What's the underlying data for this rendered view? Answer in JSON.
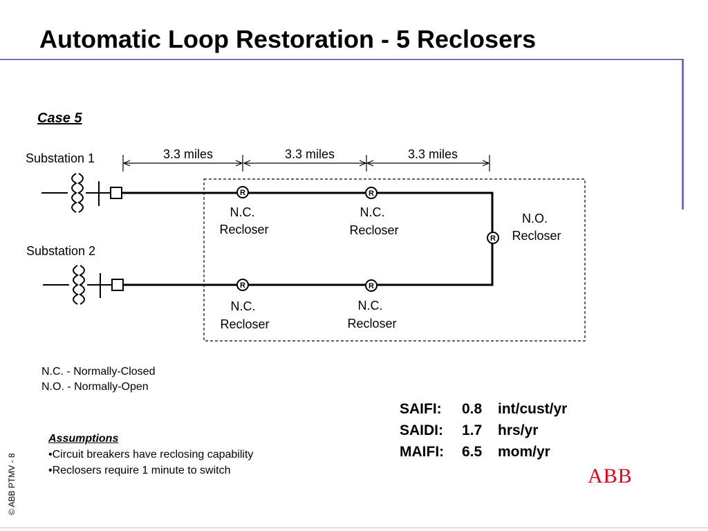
{
  "title": "Automatic Loop Restoration - 5 Reclosers",
  "case_label": "Case 5",
  "diagram": {
    "substation_1": "Substation 1",
    "substation_2": "Substation 2",
    "distances": [
      "3.3 miles",
      "3.3 miles",
      "3.3 miles"
    ],
    "recloser_symbol": "R",
    "reclosers": {
      "top_1": [
        "N.C.",
        "Recloser"
      ],
      "top_2": [
        "N.C.",
        "Recloser"
      ],
      "tie": [
        "N.O.",
        "Recloser"
      ],
      "bottom_1": [
        "N.C.",
        "Recloser"
      ],
      "bottom_2": [
        "N.C.",
        "Recloser"
      ]
    },
    "line_color": "#000000"
  },
  "legend": {
    "nc": "N.C. - Normally-Closed",
    "no": "N.O. - Normally-Open"
  },
  "assumptions": {
    "heading": "Assumptions",
    "items": [
      "•Circuit breakers have reclosing capability",
      "•Reclosers require 1 minute to switch"
    ]
  },
  "indices": [
    {
      "label": "SAIFI:",
      "value": "0.8",
      "unit": "int/cust/yr"
    },
    {
      "label": "SAIDI:",
      "value": "1.7",
      "unit": "hrs/yr"
    },
    {
      "label": "MAIFI:",
      "value": "6.5",
      "unit": "mom/yr"
    }
  ],
  "logo": "ABB",
  "footer": "© ABB PTMV - 8",
  "theme": {
    "rule_color": "#6f74b8",
    "logo_color": "#e2001a"
  }
}
